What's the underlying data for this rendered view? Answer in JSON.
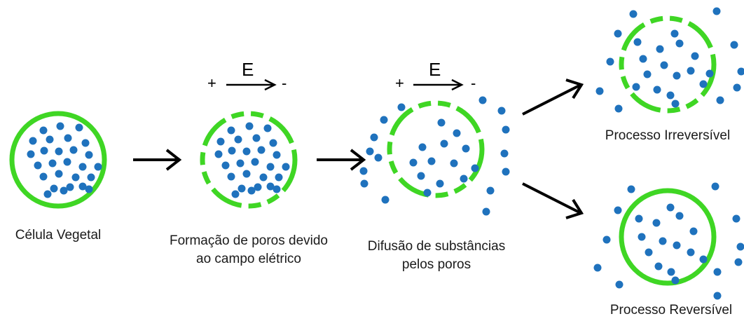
{
  "colors": {
    "membrane": "#3fd624",
    "molecule": "#1f72bd",
    "arrow": "#000000",
    "text": "#1a1a1a"
  },
  "stages": {
    "plant_cell": {
      "label": "Célula Vegetal"
    },
    "pore_formation": {
      "label_line1": "Formação de poros devido",
      "label_line2": "ao campo elétrico"
    },
    "diffusion": {
      "label_line1": "Difusão de substâncias",
      "label_line2": "pelos poros"
    },
    "irreversible": {
      "label": "Processo Irreversível"
    },
    "reversible": {
      "label": "Processo Reversível"
    }
  },
  "electric_field": {
    "symbol": "E",
    "plus": "+",
    "minus": "-"
  }
}
